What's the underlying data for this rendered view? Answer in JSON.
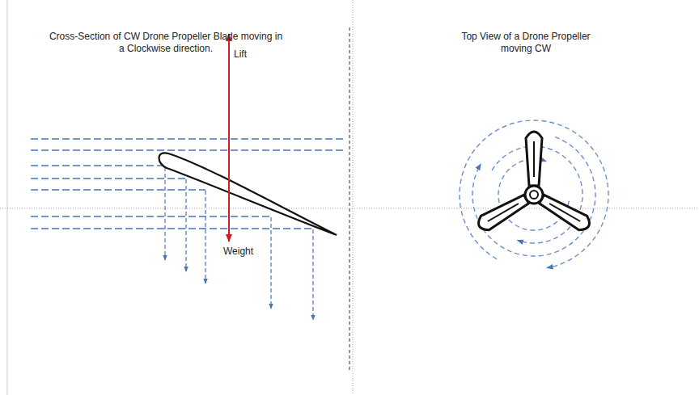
{
  "diagram": {
    "labels": [
      "Cross-Section of CW Drone Propeller Blade moving in a Clockwise direction.",
      "Lift",
      "Weight",
      "Top View of a Drone Propeller moving CW"
    ]
  }
}
